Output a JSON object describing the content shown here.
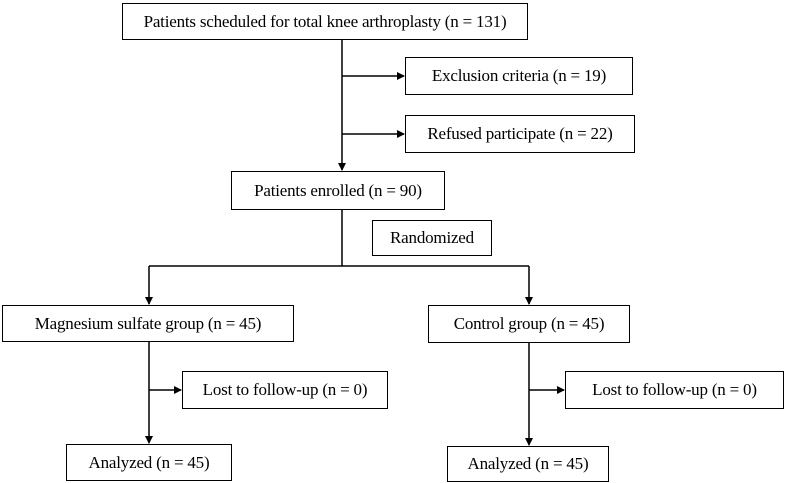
{
  "flowchart": {
    "screened": "Patients scheduled for total knee arthroplasty (n = 131)",
    "exclusion": "Exclusion criteria (n = 19)",
    "refused": "Refused participate (n = 22)",
    "enrolled": "Patients enrolled (n = 90)",
    "randomized": "Randomized",
    "arms": {
      "magnesium": {
        "allocation": "Magnesium sulfate group (n = 45)",
        "lost": "Lost to follow-up (n = 0)",
        "analyzed": "Analyzed (n = 45)"
      },
      "control": {
        "allocation": "Control group (n = 45)",
        "lost": "Lost to follow-up (n = 0)",
        "analyzed": "Analyzed (n = 45)"
      }
    }
  },
  "colors": {
    "stroke": "#000000",
    "box_fill": "#ffffff",
    "text": "#000000"
  }
}
